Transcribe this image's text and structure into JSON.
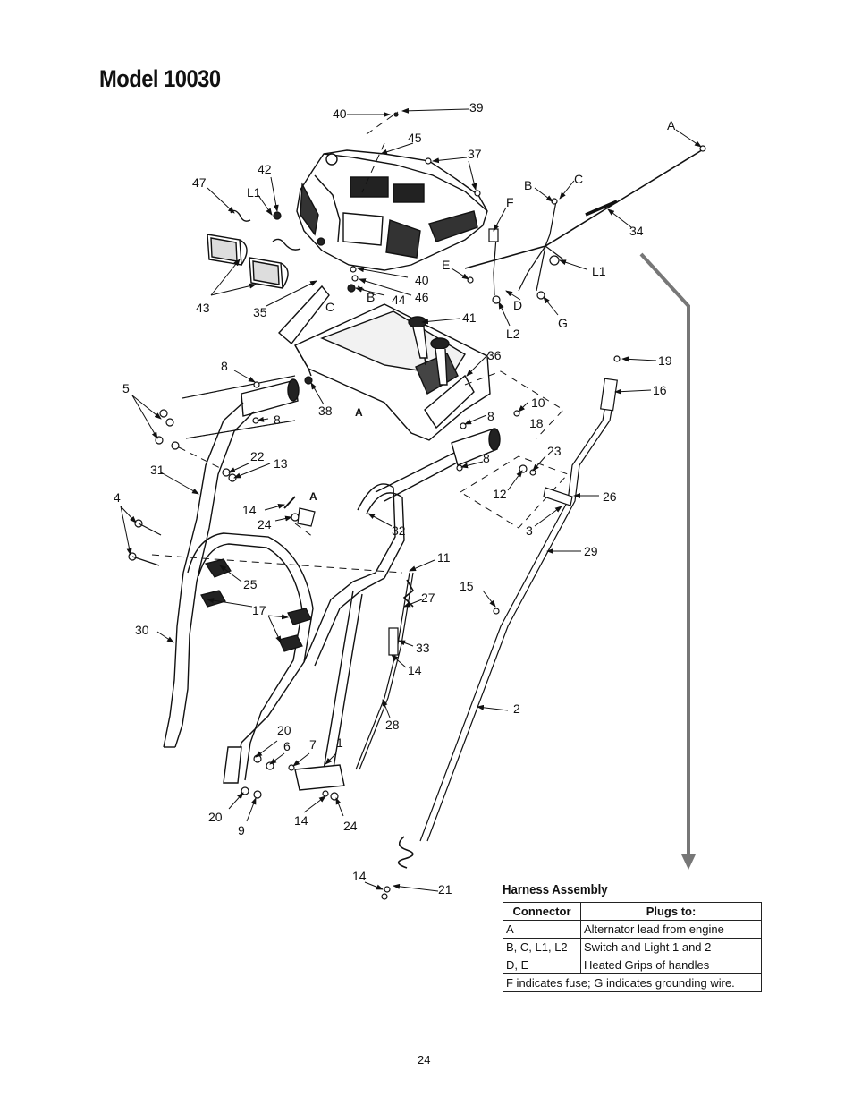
{
  "page_title": "Model 10030",
  "page_number": "24",
  "callouts": {
    "c40a": "40",
    "c39": "39",
    "c45": "45",
    "c37": "37",
    "cA_top": "A",
    "c42": "42",
    "c47": "47",
    "cL1_left": "L1",
    "cB": "B",
    "cC_right": "C",
    "cF": "F",
    "c34": "34",
    "cE": "E",
    "cL1_right": "L1",
    "cD": "D",
    "cG": "G",
    "cL2": "L2",
    "c40b": "40",
    "c46": "46",
    "c44": "44",
    "cB2": "B",
    "cC2": "C",
    "c43": "43",
    "c35": "35",
    "c41": "41",
    "c36": "36",
    "c8a": "8",
    "c8b": "8",
    "c5": "5",
    "c38": "38",
    "cA_frame": "A",
    "c10": "10",
    "c8c": "8",
    "c18": "18",
    "c8d": "8",
    "c23": "23",
    "c12": "12",
    "c26": "26",
    "c3": "3",
    "c19": "19",
    "c16": "16",
    "c31": "31",
    "c22": "22",
    "c13": "13",
    "c4": "4",
    "c14a": "14",
    "c24a": "24",
    "cA_bracket": "A",
    "c32": "32",
    "c29": "29",
    "c11": "11",
    "c25": "25",
    "c15": "15",
    "c27": "27",
    "c17": "17",
    "c30": "30",
    "c33": "33",
    "c14b": "14",
    "c2": "2",
    "c28": "28",
    "c20a": "20",
    "c6": "6",
    "c7": "7",
    "c1": "1",
    "c20b": "20",
    "c9": "9",
    "c14c": "14",
    "c24b": "24",
    "c14d": "14",
    "c21": "21"
  },
  "harness": {
    "title": "Harness Assembly",
    "headers": [
      "Connector",
      "Plugs to:"
    ],
    "rows": [
      [
        "A",
        "Alternator lead from engine"
      ],
      [
        "B, C, L1, L2",
        "Switch and Light 1 and 2"
      ],
      [
        "D, E",
        "Heated Grips of handles"
      ]
    ],
    "footer": "F indicates fuse; G indicates grounding wire."
  },
  "colors": {
    "line": "#111111",
    "arrow_gray": "#777777"
  }
}
